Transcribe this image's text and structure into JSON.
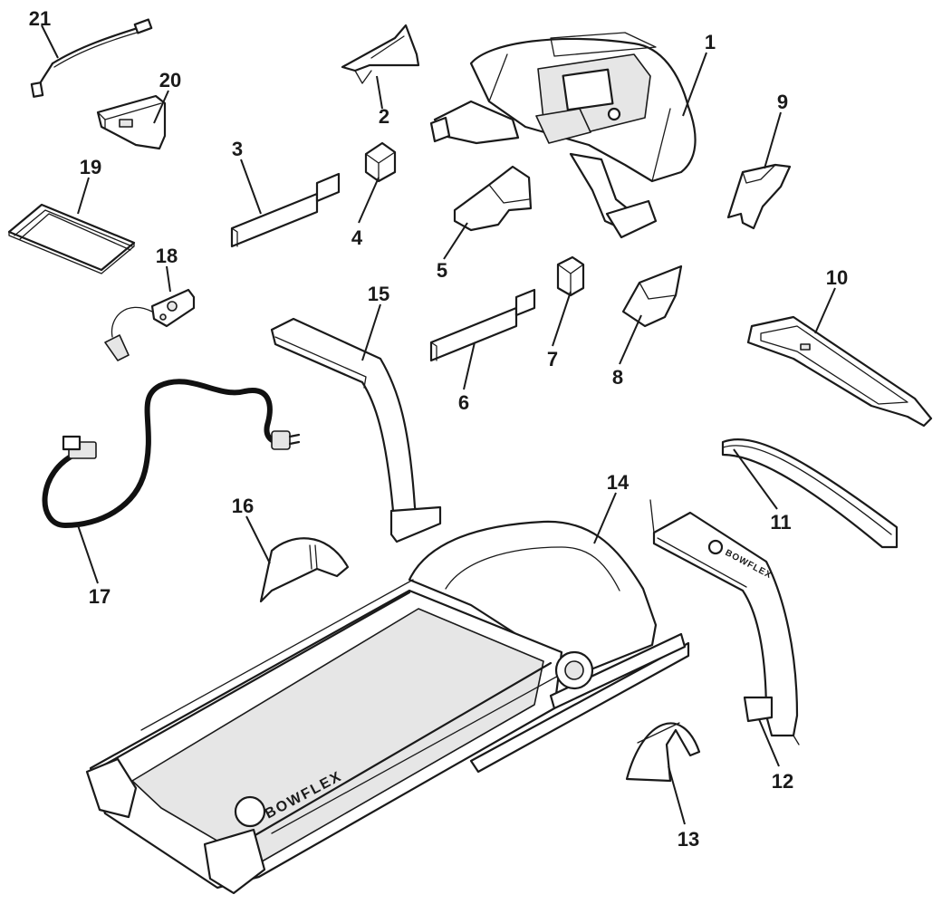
{
  "figure": {
    "brand_text": "BOWFLEX",
    "upright_brand_text": "BOWFLEX",
    "callouts": [
      "1",
      "2",
      "3",
      "4",
      "5",
      "6",
      "7",
      "8",
      "9",
      "10",
      "11",
      "12",
      "13",
      "14",
      "15",
      "16",
      "17",
      "18",
      "19",
      "20",
      "21"
    ],
    "parts": [
      {
        "number": "1",
        "icon": "console-assembly-icon"
      },
      {
        "number": "2",
        "icon": "console-cover-icon"
      },
      {
        "number": "3",
        "icon": "handlebar-grip-left-icon"
      },
      {
        "number": "4",
        "icon": "grip-end-cap-left-icon"
      },
      {
        "number": "5",
        "icon": "handlebar-shroud-left-icon"
      },
      {
        "number": "6",
        "icon": "handlebar-grip-right-icon"
      },
      {
        "number": "7",
        "icon": "grip-end-cap-right-icon"
      },
      {
        "number": "8",
        "icon": "handlebar-shroud-right-icon"
      },
      {
        "number": "9",
        "icon": "console-side-cover-icon"
      },
      {
        "number": "10",
        "icon": "accessory-tray-icon"
      },
      {
        "number": "11",
        "icon": "crossbar-icon"
      },
      {
        "number": "12",
        "icon": "upright-right-icon"
      },
      {
        "number": "13",
        "icon": "upright-base-cover-right-icon"
      },
      {
        "number": "14",
        "icon": "treadmill-base-icon"
      },
      {
        "number": "15",
        "icon": "upright-left-icon"
      },
      {
        "number": "16",
        "icon": "upright-base-cover-left-icon"
      },
      {
        "number": "17",
        "icon": "power-cord-icon"
      },
      {
        "number": "18",
        "icon": "safety-key-icon"
      },
      {
        "number": "19",
        "icon": "manual-icon"
      },
      {
        "number": "20",
        "icon": "tablet-holder-icon"
      },
      {
        "number": "21",
        "icon": "cable-icon"
      }
    ]
  }
}
